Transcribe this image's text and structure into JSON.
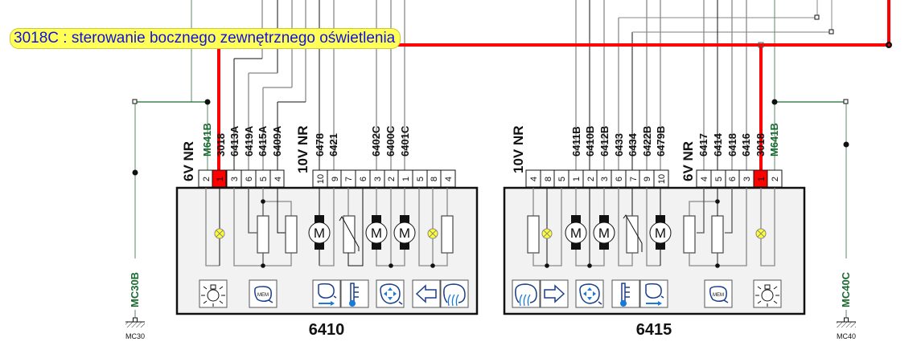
{
  "callout": {
    "text": "3018C : sterowanie bocznego zewnętrznego oświetlenia"
  },
  "colors": {
    "highlight_wire": "#ff0000",
    "ground_wire": "#1a6b30",
    "callout_bg": "#ffff55",
    "callout_text": "#1212e0"
  },
  "modules": [
    {
      "id": "6410",
      "label": "6410",
      "connectors": [
        {
          "name": "6V NR",
          "pins": [
            "2",
            "1",
            "3",
            "6",
            "5",
            "4"
          ],
          "wires": [
            "M641B",
            "3018",
            "6413A",
            "6419A",
            "6415A",
            "6409A"
          ]
        },
        {
          "name": "10V NR",
          "pins": [
            "10",
            "9",
            "7",
            "6",
            "3",
            "2",
            "1",
            "5",
            "8",
            "4"
          ],
          "wires": [
            "6478",
            "6421",
            "",
            "",
            "6402C",
            "6400C",
            "6401C",
            "",
            "",
            ""
          ]
        }
      ],
      "buttons": [
        "light-switch",
        "memory",
        "mirror-fold",
        "temperature",
        "mirror-adjust",
        "direction-left",
        "mirror-heating"
      ]
    },
    {
      "id": "6415",
      "label": "6415",
      "connectors": [
        {
          "name": "10V NR",
          "pins": [
            "4",
            "8",
            "5",
            "1",
            "2",
            "3",
            "6",
            "7",
            "9",
            "10"
          ],
          "wires": [
            "",
            "",
            "",
            "6411B",
            "6410B",
            "6412B",
            "6433",
            "6434",
            "6422B",
            "6479B"
          ]
        },
        {
          "name": "6V NR",
          "pins": [
            "4",
            "5",
            "6",
            "3",
            "1",
            "2"
          ],
          "wires": [
            "6417",
            "6414",
            "6418",
            "6416",
            "3018",
            "M641B"
          ]
        }
      ],
      "buttons": [
        "mirror-heating",
        "direction-right",
        "mirror-adjust",
        "temperature",
        "mirror-fold",
        "memory",
        "light-switch"
      ]
    }
  ],
  "grounds": [
    {
      "wire": "MC30B",
      "label": "MC30"
    },
    {
      "wire": "MC40C",
      "label": "MC40"
    }
  ],
  "motor_label": "M",
  "memory_label": "MEM"
}
